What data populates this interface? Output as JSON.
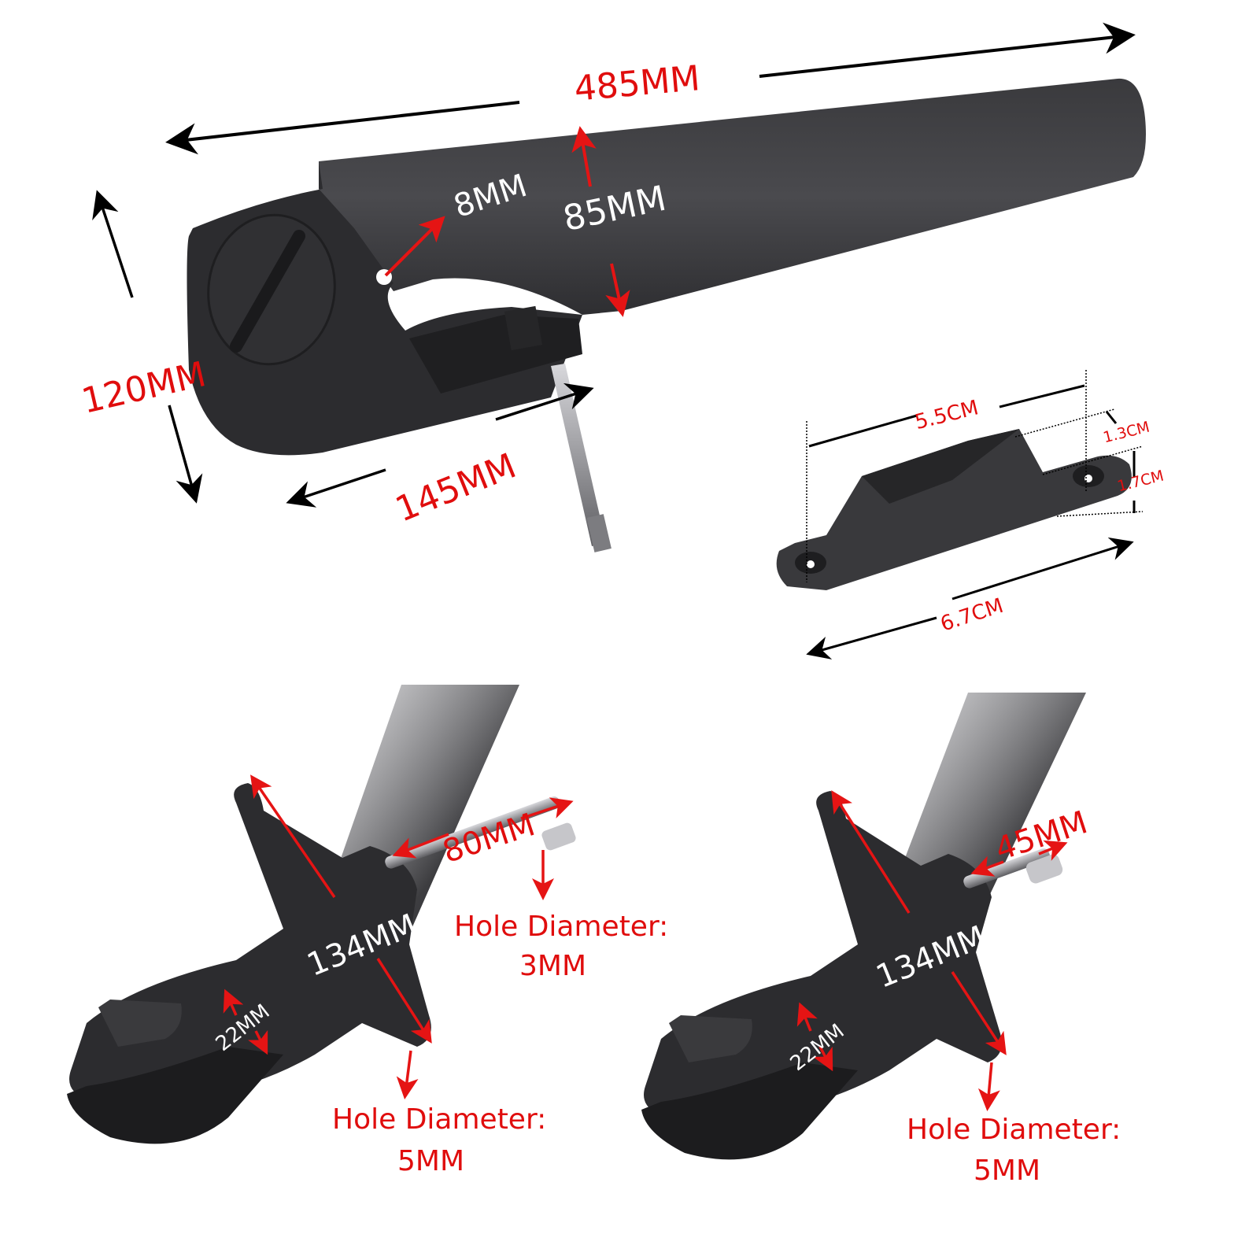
{
  "background": "#ffffff",
  "colors": {
    "dimension_text": "#e00d0d",
    "overlay_text": "#ffffff",
    "arrow_black": "#000000",
    "arrow_red": "#e51414",
    "product_dark": "#2b2b2d",
    "product_mid": "#3c3c3f",
    "metal": "#a9a9ad"
  },
  "rudder_top": {
    "length": "485MM",
    "height": "120MM",
    "blade_width": "85MM",
    "pivot_hole": "8MM",
    "bracket_length": "145MM"
  },
  "cleat": {
    "hole_spacing": "5.5CM",
    "top_height": "1.3CM",
    "base_height": "1.7CM",
    "overall_length": "6.7CM"
  },
  "mount_left": {
    "span": "134MM",
    "pin_length": "80MM",
    "thickness": "22MM",
    "pin_hole_label": "Hole Diameter:",
    "pin_hole_value": "3MM",
    "mount_hole_label": "Hole Diameter:",
    "mount_hole_value": "5MM"
  },
  "mount_right": {
    "span": "134MM",
    "pin_length": "45MM",
    "thickness": "22MM",
    "mount_hole_label": "Hole Diameter:",
    "mount_hole_value": "5MM"
  }
}
